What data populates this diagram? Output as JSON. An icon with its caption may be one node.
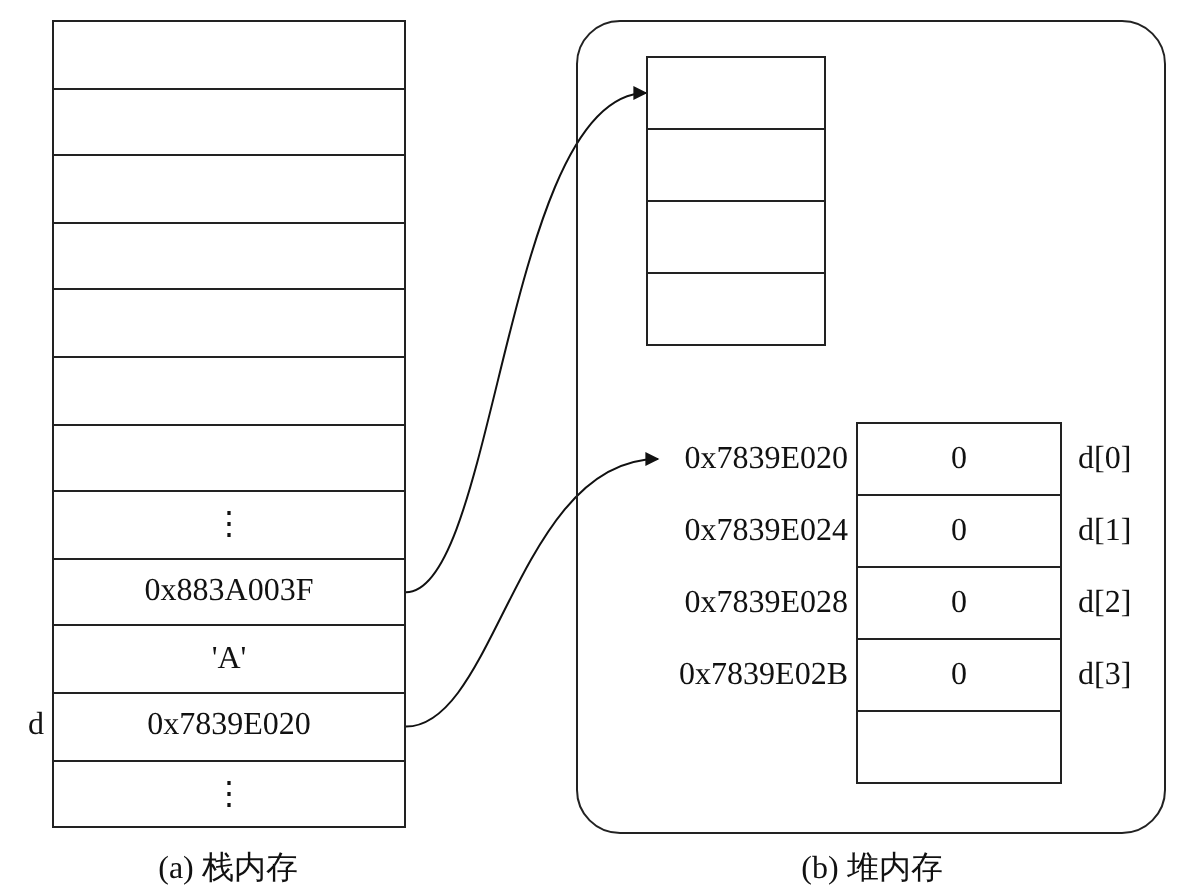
{
  "diagram": {
    "nodes": [
      {
        "text": [],
        "shape": "box"
      },
      {
        "text": [],
        "shape": "box"
      },
      {
        "text": [],
        "shape": "box"
      },
      {
        "text": [],
        "shape": "box"
      },
      {
        "text": [],
        "shape": "box"
      },
      {
        "text": [],
        "shape": "box"
      },
      {
        "text": [],
        "shape": "box"
      },
      {
        "text": [
          "⋮"
        ]
      },
      {
        "text": [
          "0x883A003F"
        ]
      },
      {
        "text": [
          "'A'"
        ]
      },
      {
        "text": [
          "0x7839E020"
        ],
        "beside": [
          "d"
        ]
      },
      {
        "text": [
          "⋮"
        ]
      },
      {
        "text": [],
        "shape": "box"
      },
      {
        "text": [],
        "shape": "box",
        "in": 12
      },
      {
        "text": [],
        "shape": "box",
        "in": 12
      },
      {
        "text": [],
        "shape": "box",
        "in": 12
      },
      {
        "text": [],
        "shape": "box",
        "in": 12
      },
      {
        "text": [
          "0"
        ],
        "in": 12,
        "beside": [
          "0x7839E020",
          "d[0]"
        ]
      },
      {
        "text": [
          "0"
        ],
        "in": 12,
        "beside": [
          "0x7839E024",
          "d[1]"
        ]
      },
      {
        "text": [
          "0"
        ],
        "in": 12,
        "beside": [
          "0x7839E028",
          "d[2]"
        ]
      },
      {
        "text": [
          "0"
        ],
        "in": 12,
        "beside": [
          "0x7839E02B",
          "d[3]"
        ]
      },
      {
        "text": [],
        "shape": "box",
        "in": 12
      }
    ],
    "edges": [
      {
        "from": 8,
        "to": 13,
        "arrow": "to"
      },
      {
        "from": 10,
        "to": 17,
        "arrow": "to"
      }
    ],
    "labels": [
      "(a) 栈内存",
      "(b) 堆内存"
    ]
  }
}
